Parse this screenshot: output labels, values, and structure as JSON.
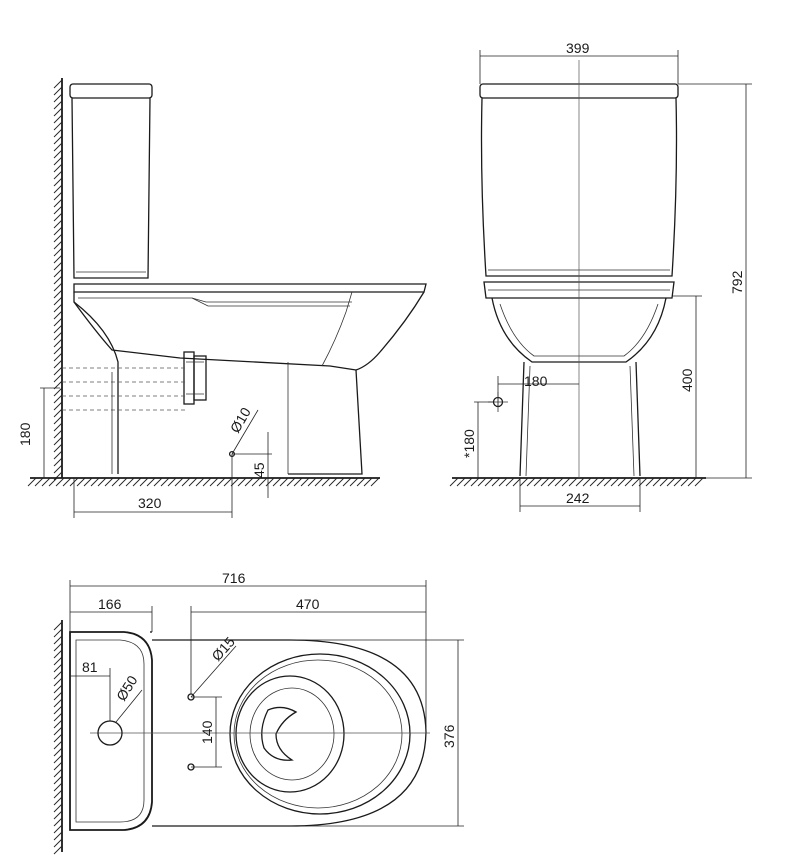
{
  "colors": {
    "line": "#1a1a1a",
    "background": "#ffffff"
  },
  "side_view": {
    "dim_height_outlet": "180",
    "dim_wall_distance": "320",
    "dim_hole_diameter": "Ø10",
    "dim_hole_height": "45"
  },
  "front_view": {
    "dim_width": "399",
    "dim_total_height": "792",
    "dim_seat_height": "400",
    "dim_outlet_offset": "180",
    "dim_outlet_height": "*180",
    "dim_foot_width": "242"
  },
  "top_view": {
    "dim_length": "716",
    "dim_tank_depth": "166",
    "dim_bowl_length": "470",
    "dim_depth": "376",
    "dim_fix_hole_diameter": "Ø15",
    "dim_fix_hole_spacing": "140",
    "dim_inlet_offset": "81",
    "dim_inlet_diameter": "Ø50"
  }
}
